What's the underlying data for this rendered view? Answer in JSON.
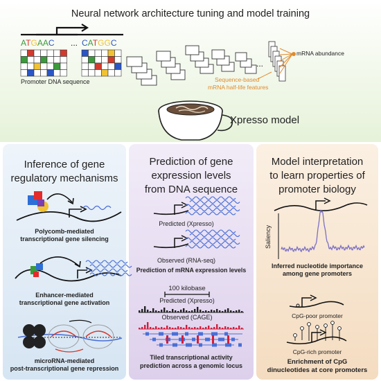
{
  "header": {
    "title": "Neural network architecture tuning and model training",
    "seq_left": "ATGAAC",
    "seq_right": "CATGGC",
    "ellipsis": "...",
    "promoter_label": "Promoter DNA sequence",
    "features_line1": "Sequence-based",
    "features_line2": "mRNA half-life features",
    "output_label": "mRNA abundance",
    "model_name": "Xpresso model"
  },
  "panels": {
    "left": {
      "title_line1": "Inference of gene",
      "title_line2": "regulatory mechanisms",
      "caption1_line1": "Polycomb-mediated",
      "caption1_line2": "transcriptional gene silencing",
      "caption2_line1": "Enhancer-mediated",
      "caption2_line2": "transcriptional gene activation",
      "caption3_line1": "microRNA-mediated",
      "caption3_line2": "post-transcriptional gene repression"
    },
    "middle": {
      "title_line1": "Prediction of gene",
      "title_line2": "expression levels",
      "title_line3": "from DNA sequence",
      "predicted_label": "Predicted (Xpresso)",
      "observed_label": "Observed (RNA-seq)",
      "caption1": "Prediction of mRNA expression levels",
      "scale_label": "100 kilobase",
      "track_predicted": "Predicted (Xpresso)",
      "track_observed": "Observed (CAGE)",
      "caption2_line1": "Tiled transcriptional activity",
      "caption2_line2": "prediction across a genomic locus"
    },
    "right": {
      "title_line1": "Model interpretation",
      "title_line2": "to learn properties of",
      "title_line3": "promoter biology",
      "saliency_axis": "Saliency",
      "caption1_line1": "Inferred nucleotide importance",
      "caption1_line2": "among gene promoters",
      "cpg_poor": "CpG-poor promoter",
      "cpg_rich": "CpG-rich promoter",
      "caption2_line1": "Enrichment of CpG",
      "caption2_line2": "dinucleotides at core promoters"
    }
  },
  "colors": {
    "left_panel": "#dfeaf5",
    "middle_panel": "#e5dcf0",
    "right_panel": "#f7e6d2",
    "header_bg": "#eaf4df",
    "accent_orange": "#e08a2e",
    "mrna_blue": "#4a6fd6",
    "cage_red": "#d11f3c",
    "nucleotide_red": "#d33a2c",
    "nucleotide_blue": "#2b56c5",
    "nucleotide_green": "#3b9a3b",
    "nucleotide_yellow": "#f1c232"
  }
}
